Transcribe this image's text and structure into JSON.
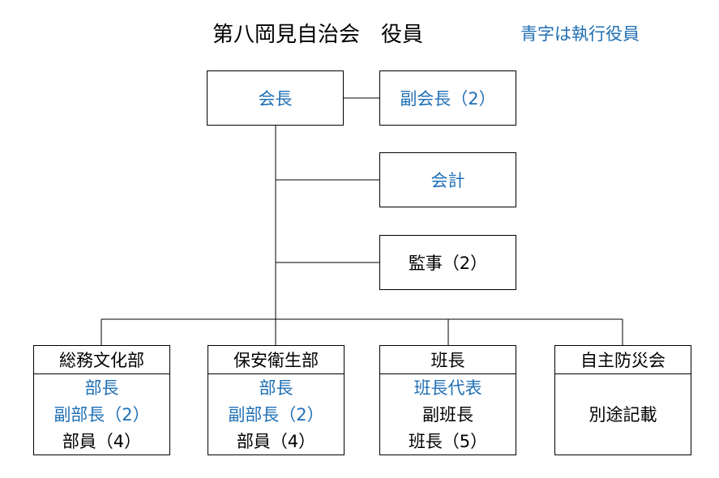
{
  "title": "第八岡見自治会　役員",
  "legend_note": "青字は執行役員",
  "colors": {
    "executive": "#1f6fb5",
    "normal": "#000000"
  },
  "top": {
    "president": "会長",
    "vice_president": "副会長（2）",
    "treasurer": "会計",
    "auditor": "監事（2）"
  },
  "departments": [
    {
      "name": "総務文化部",
      "members": [
        "部長",
        "副部長（2）",
        "部員（4）"
      ]
    },
    {
      "name": "保安衛生部",
      "members": [
        "部長",
        "副部長（2）",
        "部員（4）"
      ]
    },
    {
      "name": "班長",
      "members": [
        "班長代表",
        "副班長",
        "班長（5）"
      ]
    },
    {
      "name": "自主防災会",
      "members": [
        "別途記載"
      ]
    }
  ]
}
